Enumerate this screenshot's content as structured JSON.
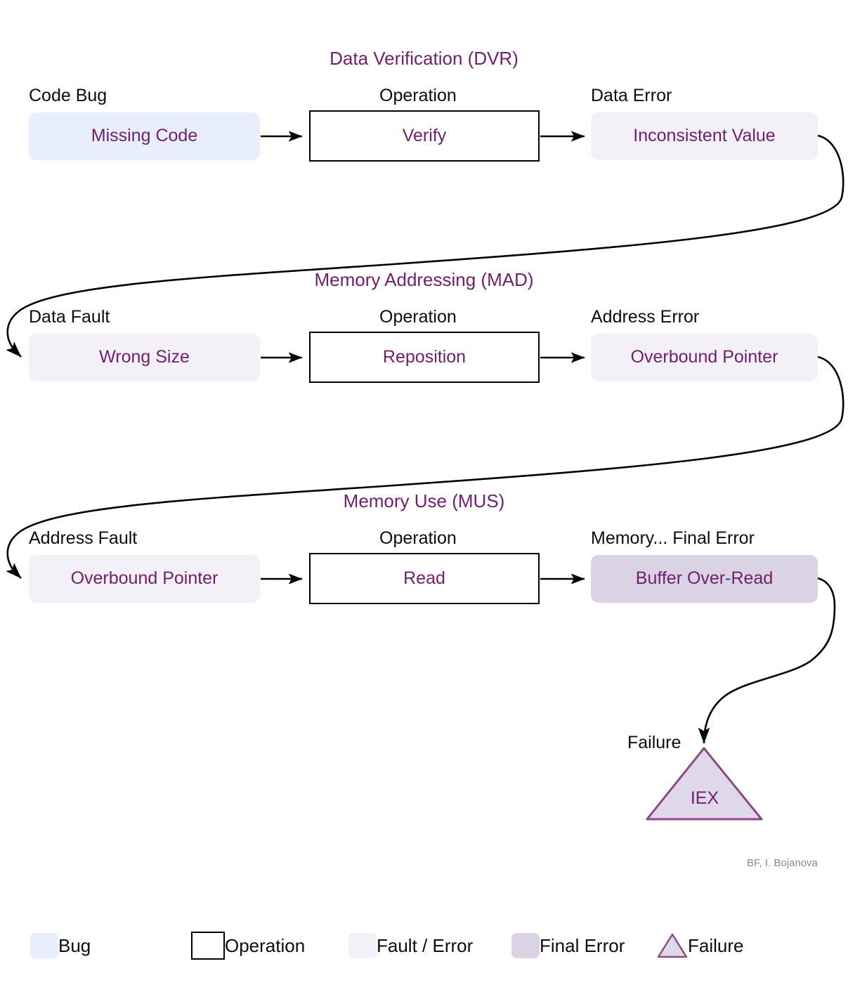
{
  "diagram": {
    "attribution": "BF, I. Bojanova",
    "colors": {
      "accent_purple": "#70206e",
      "bug_fill": "#e8eefb",
      "fault_fill": "#f4f0f7",
      "final_error_fill": "#d9d3e4",
      "operation_border": "#000000",
      "failure_border": "#8b4a86",
      "failure_fill": "#ded8e8",
      "caption_text": "#0d0d0d",
      "attribution_text": "#8a8a8a"
    },
    "sections": [
      {
        "id": "dvr",
        "title": "Data Verification (DVR)",
        "input_caption": "Code Bug",
        "input_label": "Missing Code",
        "operation_caption": "Operation",
        "operation_label": "Verify",
        "output_caption": "Data Error",
        "output_label": "Inconsistent Value"
      },
      {
        "id": "mad",
        "title": "Memory Addressing (MAD)",
        "input_caption": "Data Fault",
        "input_label": "Wrong Size",
        "operation_caption": "Operation",
        "operation_label": "Reposition",
        "output_caption": "Address Error",
        "output_label": "Overbound Pointer"
      },
      {
        "id": "mus",
        "title": "Memory Use (MUS)",
        "input_caption": "Address Fault",
        "input_label": "Overbound Pointer",
        "operation_caption": "Operation",
        "operation_label": "Read",
        "output_caption": "Memory... Final Error",
        "output_label": "Buffer Over-Read"
      }
    ],
    "failure": {
      "caption": "Failure",
      "label": "IEX"
    },
    "legend": {
      "items": [
        {
          "label": "Bug",
          "swatch": "bug"
        },
        {
          "label": "Operation",
          "swatch": "operation"
        },
        {
          "label": "Fault / Error",
          "swatch": "fault"
        },
        {
          "label": "Final Error",
          "swatch": "finalerr"
        },
        {
          "label": "Failure",
          "swatch": "failure"
        }
      ]
    }
  }
}
